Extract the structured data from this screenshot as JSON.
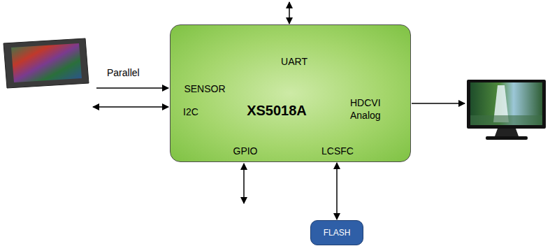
{
  "diagram": {
    "nodes": [
      {
        "text": [
          "UART",
          "SENSOR",
          "XS5018A",
          "HDCVI Analog",
          "I2C",
          "GPIO",
          "LCSFC"
        ]
      },
      {
        "text": [
          "FLASH"
        ]
      }
    ],
    "edges": [
      {
        "from": 0,
        "to": 1,
        "arrow": "both"
      }
    ],
    "labels": [
      "Parallel"
    ]
  }
}
